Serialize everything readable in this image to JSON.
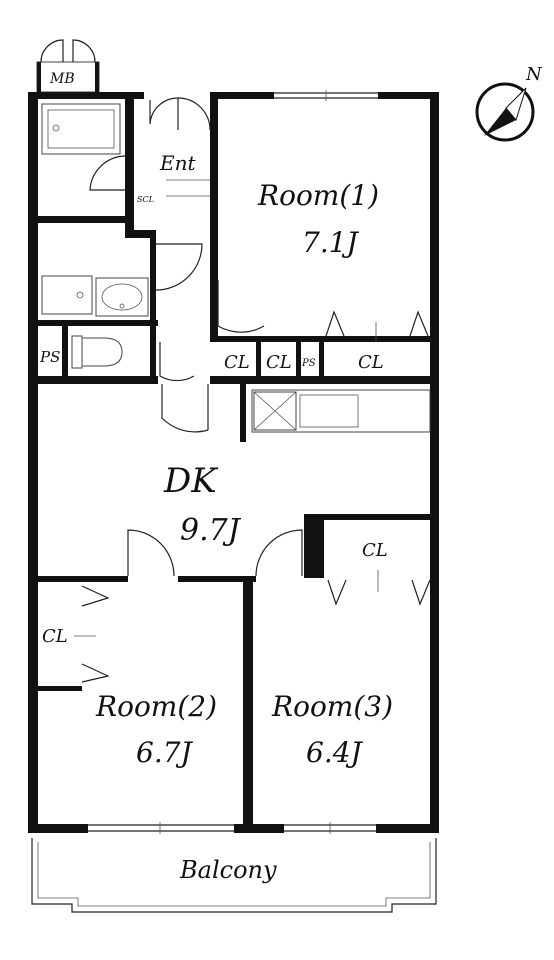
{
  "rooms": {
    "room1": {
      "name": "Room(1)",
      "size": "7.1J"
    },
    "dk": {
      "name": "DK",
      "size": "9.7J"
    },
    "room2": {
      "name": "Room(2)",
      "size": "6.7J"
    },
    "room3": {
      "name": "Room(3)",
      "size": "6.4J"
    }
  },
  "labels": {
    "mb": "MB",
    "ent": "Ent",
    "scl": "SCL",
    "ps_left": "PS",
    "ps_mid": "PS",
    "cl_1": "CL",
    "cl_2": "CL",
    "cl_3": "CL",
    "cl_4": "CL",
    "cl_5": "CL",
    "balcony": "Balcony",
    "north": "N"
  }
}
